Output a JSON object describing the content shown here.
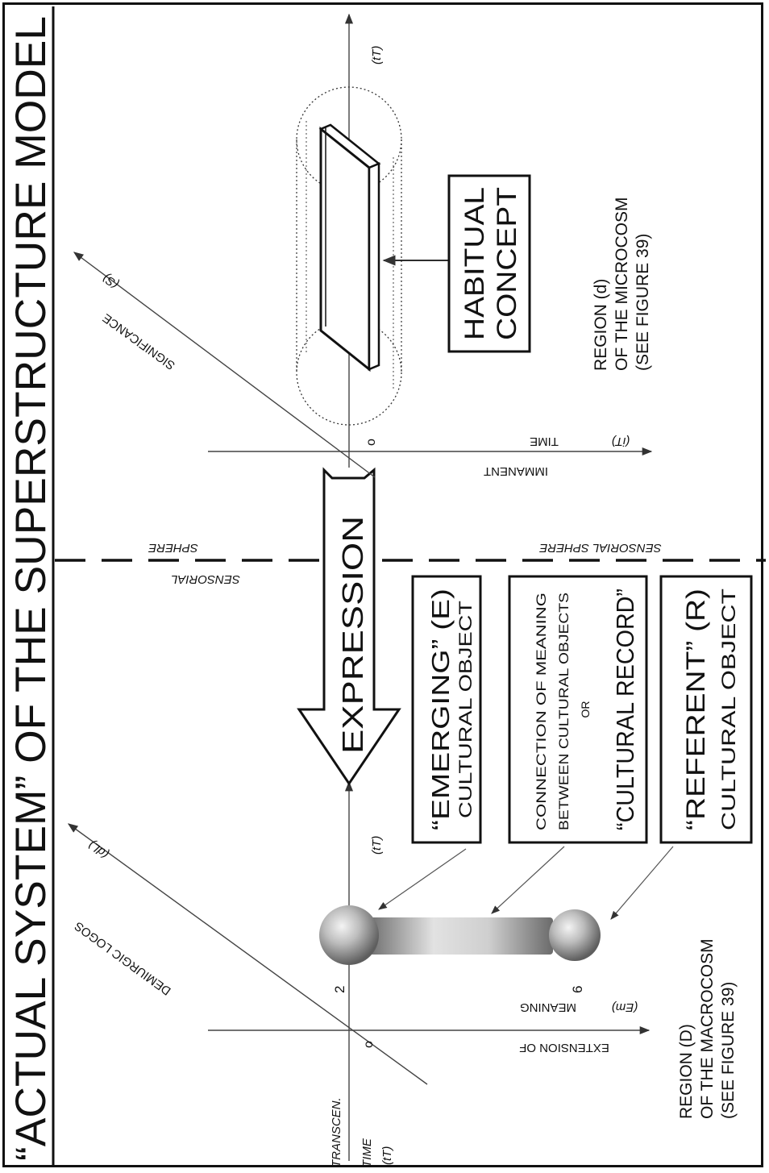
{
  "title": "“ACTUAL SYSTEM” OF THE SUPERSTRUCTURE MODEL",
  "expression_label": "EXPRESSION",
  "sensorial_sphere": {
    "left_line1": "SENSORIAL",
    "left_line2": "SPHERE",
    "right": "SENSORIAL SPHERE"
  },
  "macrocosm": {
    "axis_time": {
      "line1": "TRANSCEN.",
      "line2": "TIME",
      "line3": "(tT)"
    },
    "axis_time_end": "(tT)",
    "axis_meaning": {
      "line1": "EXTENSION OF",
      "line2": "MEANING",
      "symbol": "(Em)"
    },
    "axis_logos": {
      "line1": "DEMIURGIC LOGOS",
      "symbol": "(dL)"
    },
    "origin": "o",
    "tick_2": "2",
    "tick_6": "6",
    "region": {
      "line1": "REGION (D)",
      "line2": "OF THE MACROCOSM",
      "line3": "(SEE FIGURE 39)"
    }
  },
  "microcosm": {
    "axis_time_end": "(tT)",
    "axis_immanent": {
      "line1": "IMMANENT",
      "line2": "TIME",
      "symbol": "(iT)"
    },
    "axis_significance": {
      "line1": "SIGNIFICANCE",
      "symbol": "(S)"
    },
    "origin": "o",
    "region": {
      "line1": "REGION (d)",
      "line2": "OF THE MICROCOSM",
      "line3": "(SEE FIGURE 39)"
    }
  },
  "boxes": {
    "emerging": {
      "line1": "“EMERGING” (E)",
      "line2": "CULTURAL OBJECT"
    },
    "record": {
      "line1": "CONNECTION OF MEANING",
      "line2": "BETWEEN CULTURAL OBJECTS",
      "line3": "OR",
      "line4": "“CULTURAL RECORD”"
    },
    "referent": {
      "line1": "“REFERENT” (R)",
      "line2": "CULTURAL OBJECT"
    },
    "habitual": {
      "line1": "HABITUAL",
      "line2": "CONCEPT"
    }
  }
}
